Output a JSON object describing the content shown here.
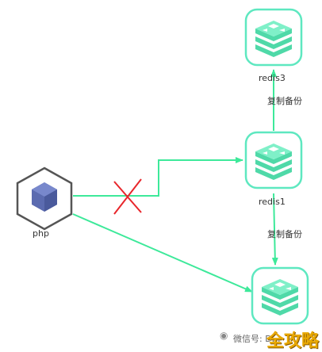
{
  "nodes": {
    "php": {
      "label": "php"
    },
    "redis3": {
      "label": "redis3"
    },
    "redis1": {
      "label": "redis1"
    },
    "redis_bottom": {
      "label": ""
    }
  },
  "edges": {
    "redis1_to_redis3": {
      "label": "复制备份"
    },
    "redis1_to_bottom": {
      "label": "复制备份"
    }
  },
  "watermark": {
    "wechat_text": "微信号: D…",
    "brand_text": "全攻略"
  },
  "colors": {
    "redis_stroke": "#5ee8c0",
    "arrow": "#3de99a",
    "cross": "#e8262b",
    "php_cube": "#5b6bb0"
  }
}
